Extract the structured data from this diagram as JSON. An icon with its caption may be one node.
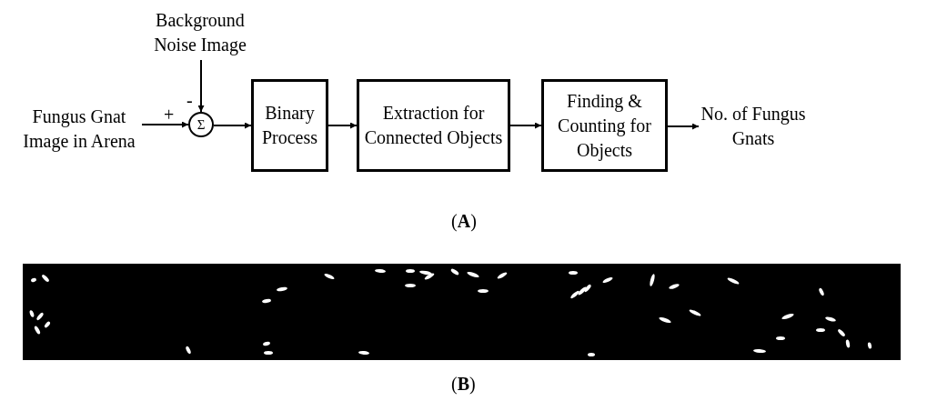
{
  "diagram": {
    "nodes": [
      {
        "text": [
          "Fungus Gnat Image in Arena"
        ]
      },
      {
        "text": [
          "Background Noise Image"
        ]
      },
      {
        "text": [
          "Σ"
        ]
      },
      {
        "text": [
          "Binary Process"
        ]
      },
      {
        "text": [
          "Extraction for Connected Objects"
        ]
      },
      {
        "text": [
          "Finding & Counting for Objects"
        ]
      },
      {
        "text": [
          "No. of Fungus Gnats"
        ]
      },
      {
        "text": [],
        "shape": "picture"
      }
    ],
    "edges": [
      {
        "from": 0,
        "to": 2,
        "arrow": "to"
      },
      {
        "from": 1,
        "to": 2,
        "arrow": "to"
      },
      {
        "from": 2,
        "to": 3,
        "arrow": "to"
      },
      {
        "from": 3,
        "to": 4,
        "arrow": "to"
      },
      {
        "from": 4,
        "to": 5,
        "arrow": "to"
      },
      {
        "from": 5,
        "to": 6,
        "arrow": "to"
      }
    ],
    "labels": [
      "+",
      "-",
      "(**A**)",
      "(**B**)"
    ]
  }
}
